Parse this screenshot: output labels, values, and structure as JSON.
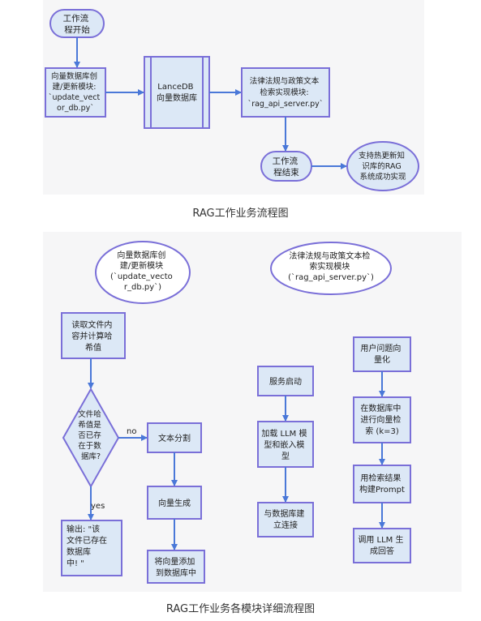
{
  "diagram1": {
    "start": [
      "工作流",
      "程开始"
    ],
    "create_module": [
      "向量数据库创",
      "建/更新模块:",
      "`update_vect",
      "or_db.py`"
    ],
    "lancedb": [
      "LanceDB",
      "向量数据库"
    ],
    "retrieval_module": [
      "法律法规与政策文本",
      "检索实现模块:",
      "`rag_api_server.py`"
    ],
    "end": [
      "工作流",
      "程结束"
    ],
    "success": [
      "支持热更新知",
      "识库的RAG",
      "系统成功实现"
    ],
    "caption": "RAG工作业务流程图"
  },
  "diagram2": {
    "create_module_title": [
      "向量数据库创",
      "建/更新模块",
      "(`update_vecto",
      "r_db.py`)"
    ],
    "retrieval_module_title": [
      "法律法规与政策文本检",
      "索实现模块",
      "(`rag_api_server.py`)"
    ],
    "read_file": [
      "读取文件内",
      "容并计算哈",
      "希值"
    ],
    "decision": [
      "文件哈",
      "希值是",
      "否已存",
      "在于数",
      "据库?"
    ],
    "no_label": "no",
    "yes_label": "yes",
    "text_split": "文本分割",
    "vector_gen": "向量生成",
    "add_vectors": [
      "将向量添加",
      "到数据库中"
    ],
    "output": [
      "输出: \"该",
      "文件已存在",
      "数据库",
      "中! \""
    ],
    "service_start": "服务启动",
    "load_models": [
      "加载 LLM 模",
      "型和嵌入模",
      "型"
    ],
    "connect_db": [
      "与数据库建",
      "立连接"
    ],
    "user_query": [
      "用户问题向",
      "量化"
    ],
    "vector_search": [
      "在数据库中",
      "进行向量检",
      "索 (k=3)"
    ],
    "build_prompt": [
      "用检索结果",
      "构建Prompt"
    ],
    "call_llm": [
      "调用 LLM 生",
      "成回答"
    ],
    "caption": "RAG工作业务各模块详细流程图"
  },
  "colors": {
    "node_fill": "#dce8f6",
    "node_stroke": "#7a6fd8",
    "arrow": "#4a78d8",
    "panel": "#f6f6f7"
  }
}
